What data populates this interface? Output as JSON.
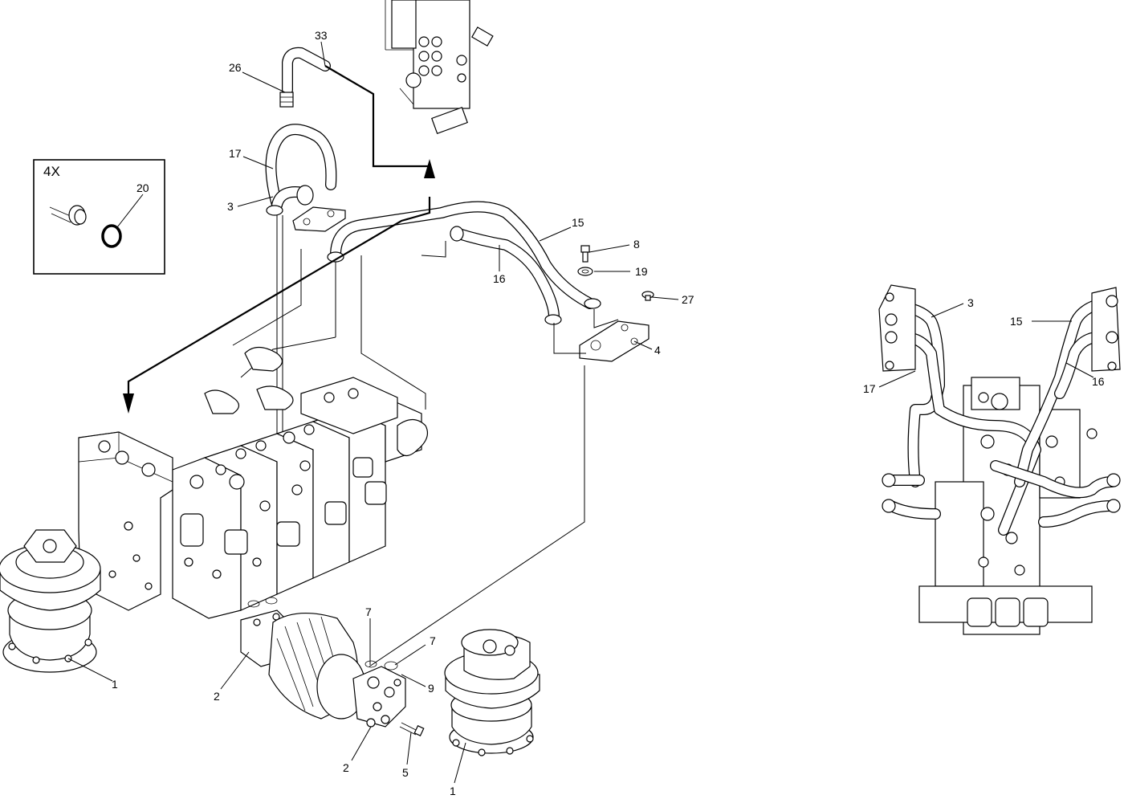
{
  "callouts": {
    "c33": "33",
    "c26": "26",
    "c17_main": "17",
    "c3_main": "3",
    "c20": "20",
    "c15_main": "15",
    "c8": "8",
    "c19": "19",
    "c16_main": "16",
    "c27": "27",
    "c4": "4",
    "c1_left": "1",
    "c2_upper": "2",
    "c7_upper": "7",
    "c7_right": "7",
    "c9": "9",
    "c2_lower": "2",
    "c5": "5",
    "c1_right": "1",
    "c3_side": "3",
    "c15_side": "15",
    "c17_side": "17",
    "c16_side": "16"
  },
  "inset": {
    "quantity_label": "4X"
  }
}
